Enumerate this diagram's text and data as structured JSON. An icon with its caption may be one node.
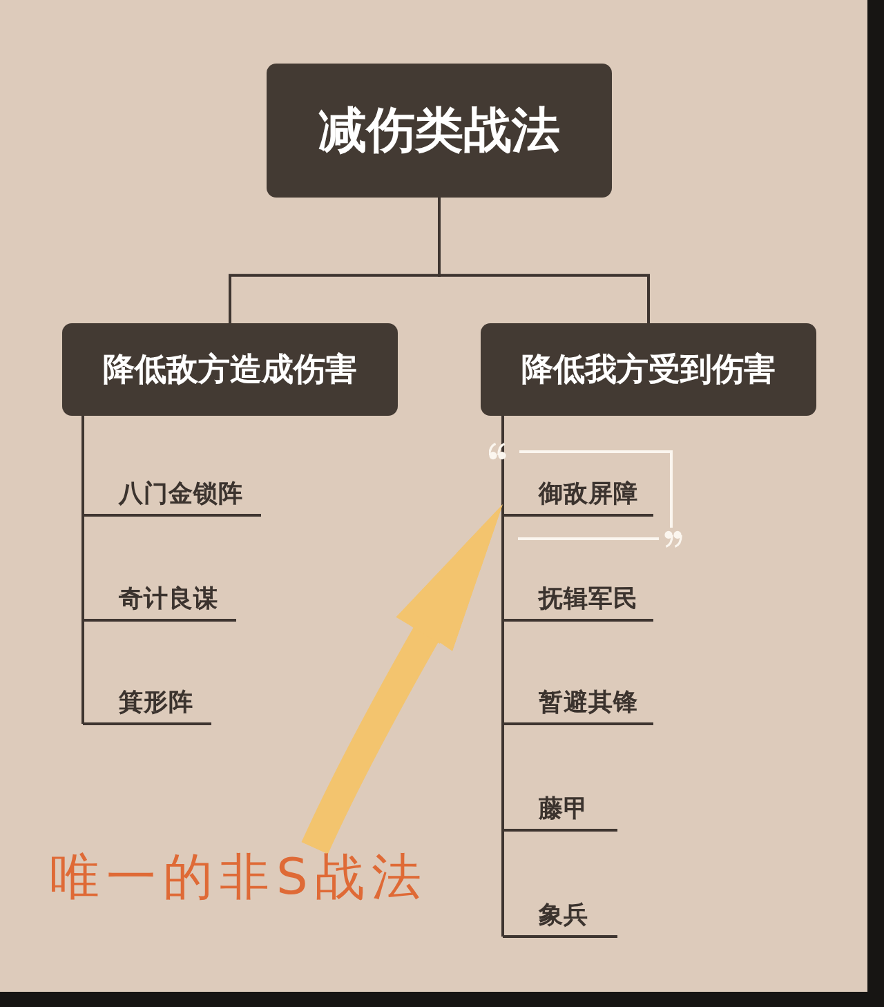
{
  "diagram": {
    "nodes": [
      {
        "text": [
          "减伤类战法"
        ]
      },
      {
        "text": [
          "降低敌方造成伤害"
        ]
      },
      {
        "text": [
          "降低我方受到伤害"
        ]
      },
      {
        "text": [
          "八门金锁阵"
        ]
      },
      {
        "text": [
          "奇计良谋"
        ]
      },
      {
        "text": [
          "箕形阵"
        ]
      },
      {
        "text": [
          "御敌屏障"
        ]
      },
      {
        "text": [
          "抚辑军民"
        ]
      },
      {
        "text": [
          "暂避其锋"
        ]
      },
      {
        "text": [
          "藤甲"
        ]
      },
      {
        "text": [
          "象兵"
        ]
      },
      {
        "text": [
          "唯一的非S战法"
        ]
      }
    ],
    "edges": [
      {
        "from": 0,
        "to": 1,
        "arrow": "none"
      },
      {
        "from": 0,
        "to": 2,
        "arrow": "none"
      },
      {
        "from": 1,
        "to": 3,
        "arrow": "none"
      },
      {
        "from": 1,
        "to": 4,
        "arrow": "none"
      },
      {
        "from": 1,
        "to": 5,
        "arrow": "none"
      },
      {
        "from": 2,
        "to": 6,
        "arrow": "none"
      },
      {
        "from": 2,
        "to": 7,
        "arrow": "none"
      },
      {
        "from": 2,
        "to": 8,
        "arrow": "none"
      },
      {
        "from": 2,
        "to": 9,
        "arrow": "none"
      },
      {
        "from": 2,
        "to": 10,
        "arrow": "none"
      },
      {
        "from": 11,
        "to": 6,
        "arrow": "to",
        "style": "thick",
        "color": "#f3c46e"
      }
    ]
  }
}
